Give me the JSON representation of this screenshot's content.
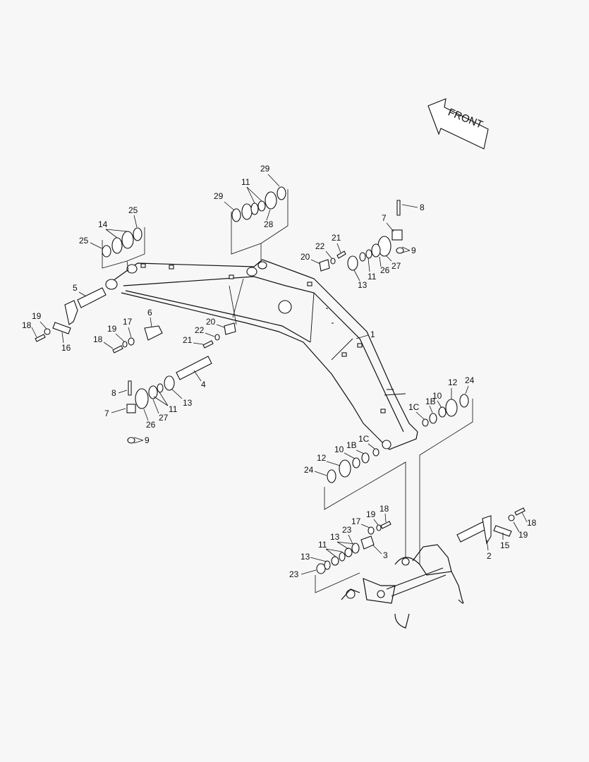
{
  "front_label": "FRONT",
  "callouts": [
    "1",
    "2",
    "3",
    "4",
    "5",
    "6",
    "7",
    "8",
    "9",
    "10",
    "11",
    "12",
    "13",
    "14",
    "15",
    "16",
    "17",
    "18",
    "19",
    "20",
    "21",
    "22",
    "23",
    "24",
    "25",
    "26",
    "27",
    "28",
    "29",
    "1B",
    "1C"
  ]
}
